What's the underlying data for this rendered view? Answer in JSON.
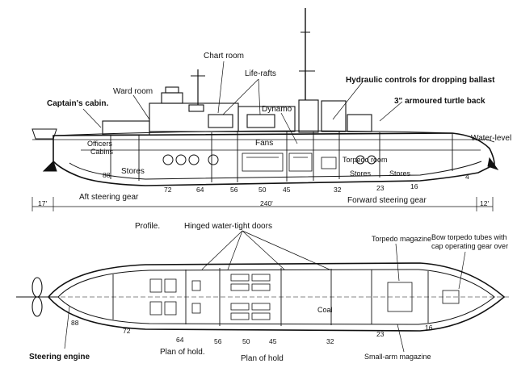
{
  "profile": {
    "caption": "Profile.",
    "labels": {
      "chart_room": "Chart room",
      "life_rafts": "Life-rafts",
      "ward_room": "Ward room",
      "captains_cabin": "Captain's cabin.",
      "hydraulic_controls": "Hydraulic controls for dropping ballast",
      "dynamo": "Dynamo",
      "turtle_back": "3\" armoured turtle back",
      "water_level": "Water-level",
      "officers": "Officers",
      "cabins": "Cabins",
      "fans": "Fans",
      "torpedo_room": "Torpedo room",
      "stores_aft": "Stores",
      "stores_mid": "Stores",
      "stores_fwd": "Stores",
      "aft_steering_gear": "Aft steering gear",
      "forward_steering_gear": "Forward steering gear"
    },
    "frames": [
      "88",
      "72",
      "64",
      "56",
      "50",
      "45",
      "32",
      "23",
      "16",
      "4"
    ],
    "dimensions": {
      "aft": "17'",
      "overall": "240'",
      "fwd": "12'"
    }
  },
  "plan": {
    "caption_1": "Plan of hold.",
    "caption_2": "Plan of hold",
    "labels": {
      "hinged_doors": "Hinged water-tight doors",
      "torpedo_magazine": "Torpedo magazine",
      "bow_tubes_line1": "Bow torpedo tubes with",
      "bow_tubes_line2": "cap operating gear over",
      "coal": "Coal",
      "steering_engine": "Steering engine",
      "small_arm_magazine": "Small-arm magazine"
    },
    "frames": [
      "88",
      "72",
      "64",
      "56",
      "50",
      "45",
      "32",
      "23",
      "16"
    ]
  }
}
